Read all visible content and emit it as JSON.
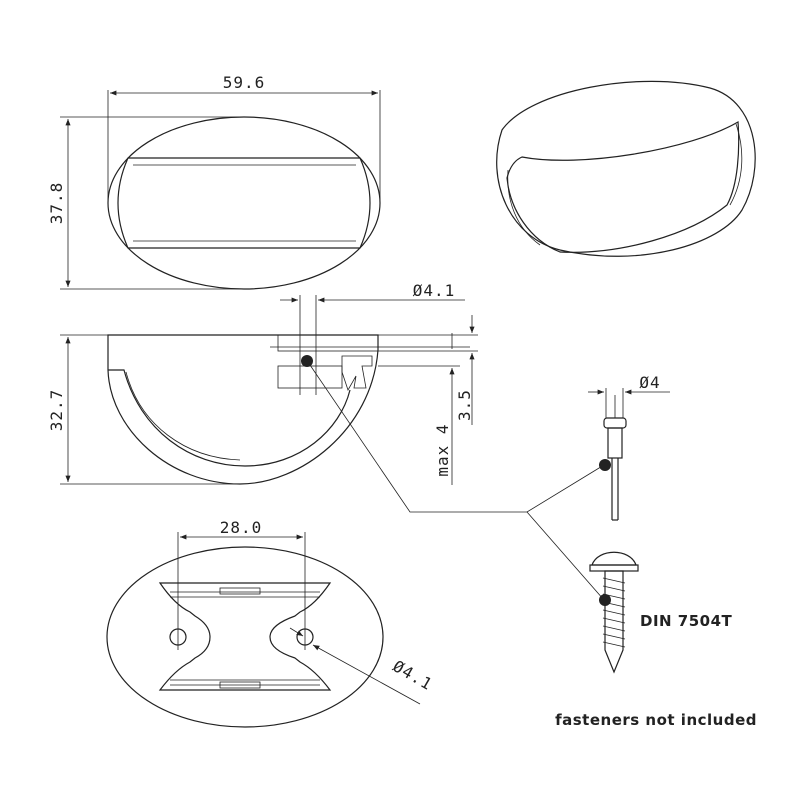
{
  "dimensions": {
    "width": "59.6",
    "height": "37.8",
    "depth": "32.7",
    "hole_diameter_top": "Ø4.1",
    "rivet_diameter": "Ø4",
    "panel_thickness": "3.5",
    "max_thickness": "max 4",
    "hole_spacing": "28.0",
    "hole_diameter_bottom": "Ø4.1"
  },
  "labels": {
    "screw_standard": "DIN 7504T",
    "fasteners_note": "fasteners not included"
  },
  "colors": {
    "line": "#222222",
    "background": "#ffffff",
    "hatch": "#333333"
  }
}
